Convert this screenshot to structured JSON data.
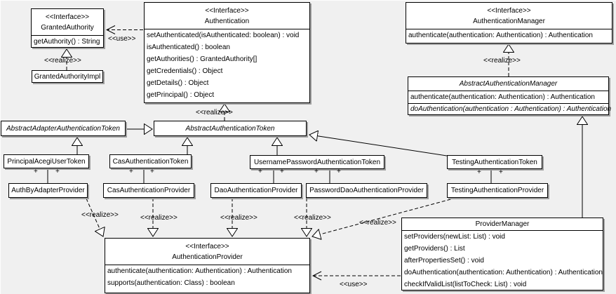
{
  "diagram": {
    "stereotype_interface": "<<Interface>>",
    "label_realize": "<<realize>>",
    "label_use": "<<use>>",
    "plus": "+"
  },
  "classes": {
    "granted_authority": {
      "stereotype": "<<Interface>>",
      "name": "GrantedAuthority",
      "methods": [
        "getAuthority() : String"
      ]
    },
    "granted_authority_impl": {
      "name": "GrantedAuthorityImpl"
    },
    "authentication": {
      "stereotype": "<<Interface>>",
      "name": "Authentication",
      "methods": [
        "setAuthenticated(isAuthenticated: boolean) : void",
        "isAuthenticated() : boolean",
        "getAuthorities() : GrantedAuthority[]",
        "getCredentials() : Object",
        "getDetails() : Object",
        "getPrincipal() : Object"
      ]
    },
    "authentication_manager": {
      "stereotype": "<<Interface>>",
      "name": "AuthenticationManager",
      "methods": [
        "authenticate(authentication: Authentication) : Authentication"
      ]
    },
    "abstract_authentication_manager": {
      "name": "AbstractAuthenticationManager",
      "methods": [
        "authenticate(authentication: Authentication) : Authentication"
      ],
      "abstract_methods": [
        "doAuthentication(authentication : Authentication) : Authentication"
      ]
    },
    "abstract_adapter_authentication_token": {
      "name": "AbstractAdapterAuthenticationToken"
    },
    "abstract_authentication_token": {
      "name": "AbstractAuthenticationToken"
    },
    "principal_acegi_user_token": {
      "name": "PrincipalAcegiUserToken"
    },
    "cas_authentication_token": {
      "name": "CasAuthenticationToken"
    },
    "username_password_authentication_token": {
      "name": "UsernamePasswordAuthenticationToken"
    },
    "testing_authentication_token": {
      "name": "TestingAuthenticationToken"
    },
    "auth_by_adapter_provider": {
      "name": "AuthByAdapterProvider"
    },
    "cas_authentication_provider": {
      "name": "CasAuthenticationProvider"
    },
    "dao_authentication_provider": {
      "name": "DaoAuthenticationProvider"
    },
    "password_dao_authentication_provider": {
      "name": "PasswordDaoAuthenticationProvider"
    },
    "testing_authentication_provider": {
      "name": "TestingAuthenticationProvider"
    },
    "authentication_provider": {
      "stereotype": "<<Interface>>",
      "name": "AuthenticationProvider",
      "methods": [
        "authenticate(authentication: Authentication) : Authentication",
        "supports(authentication: Class) : boolean"
      ]
    },
    "provider_manager": {
      "name": "ProviderManager",
      "methods": [
        "setProviders(newList: List) : void",
        "getProviders() : List",
        "afterPropertiesSet() : void",
        "doAuthentication(authentication: Authentication) : Authentication",
        "checkIfValidList(listToCheck: List) : void"
      ]
    }
  }
}
